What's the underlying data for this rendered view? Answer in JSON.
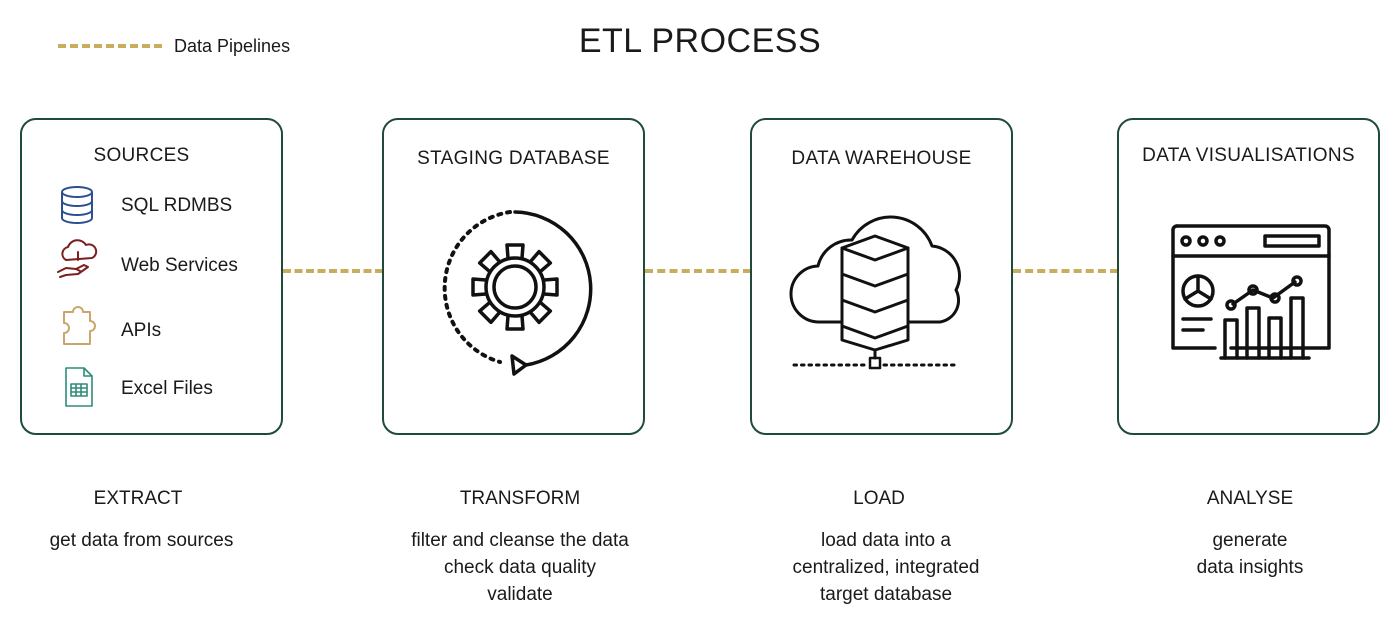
{
  "title": "ETL PROCESS",
  "legend": {
    "label": "Data Pipelines"
  },
  "colors": {
    "pipeline": "#c9ad5f",
    "box_border": "#1f4a3c",
    "db_icon": "#2b4f8f",
    "web_icon": "#7a1f1f",
    "api_icon": "#c9a66b",
    "excel_icon": "#2e8b7a"
  },
  "boxes": {
    "sources": {
      "title": "SOURCES",
      "items": [
        {
          "label": "SQL RDMBS",
          "icon": "database-icon"
        },
        {
          "label": "Web Services",
          "icon": "cloud-hand-icon"
        },
        {
          "label": "APIs",
          "icon": "puzzle-icon"
        },
        {
          "label": "Excel Files",
          "icon": "spreadsheet-icon"
        }
      ]
    },
    "staging": {
      "title": "STAGING DATABASE",
      "icon": "gear-cycle-icon"
    },
    "warehouse": {
      "title": "DATA WAREHOUSE",
      "icon": "cloud-database-icon"
    },
    "visualisations": {
      "title": "DATA VISUALISATIONS",
      "icon": "dashboard-icon"
    }
  },
  "stages": [
    {
      "label": "EXTRACT",
      "lines": [
        "get data from sources"
      ]
    },
    {
      "label": "TRANSFORM",
      "lines": [
        "filter and cleanse the data",
        "check data quality",
        "validate"
      ]
    },
    {
      "label": "LOAD",
      "lines": [
        "load data into a",
        "centralized, integrated",
        "target database"
      ]
    },
    {
      "label": "ANALYSE",
      "lines": [
        "generate",
        "data insights"
      ]
    }
  ]
}
